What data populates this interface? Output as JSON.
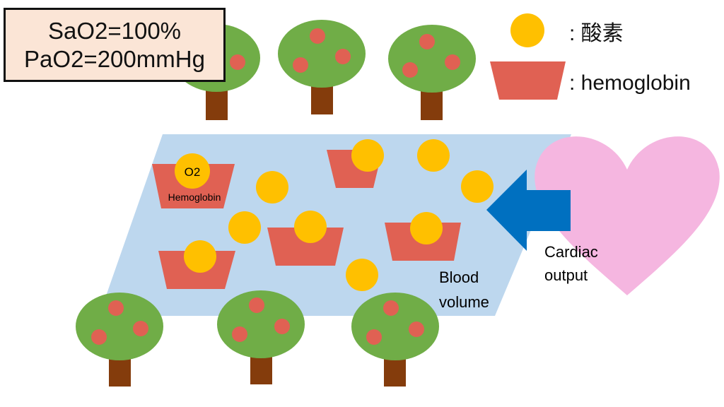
{
  "info_box": {
    "line1": "SaO2=100%",
    "line2": "PaO2=200mmHg"
  },
  "legend": {
    "oxygen_label": ": 酸素",
    "hemoglobin_label": ": hemoglobin"
  },
  "labels": {
    "o2": "O2",
    "hemoglobin": "Hemoglobin",
    "blood_volume_line1": "Blood",
    "blood_volume_line2": "volume",
    "cardiac_output_line1": "Cardiac",
    "cardiac_output_line2": "output"
  },
  "colors": {
    "oxygen": "#ffc000",
    "hemoglobin": "#e06153",
    "blood": "#bdd7ee",
    "heart": "#f5b6e0",
    "arrow": "#0070c0",
    "tree_leaves": "#70ad47",
    "tree_trunk": "#843c0c",
    "fruit": "#e06153",
    "info_box_bg": "#fbe5d6"
  },
  "counts": {
    "hemoglobin_molecules": 5,
    "bound_oxygen": 5,
    "free_oxygen": 5,
    "trees": 6
  }
}
